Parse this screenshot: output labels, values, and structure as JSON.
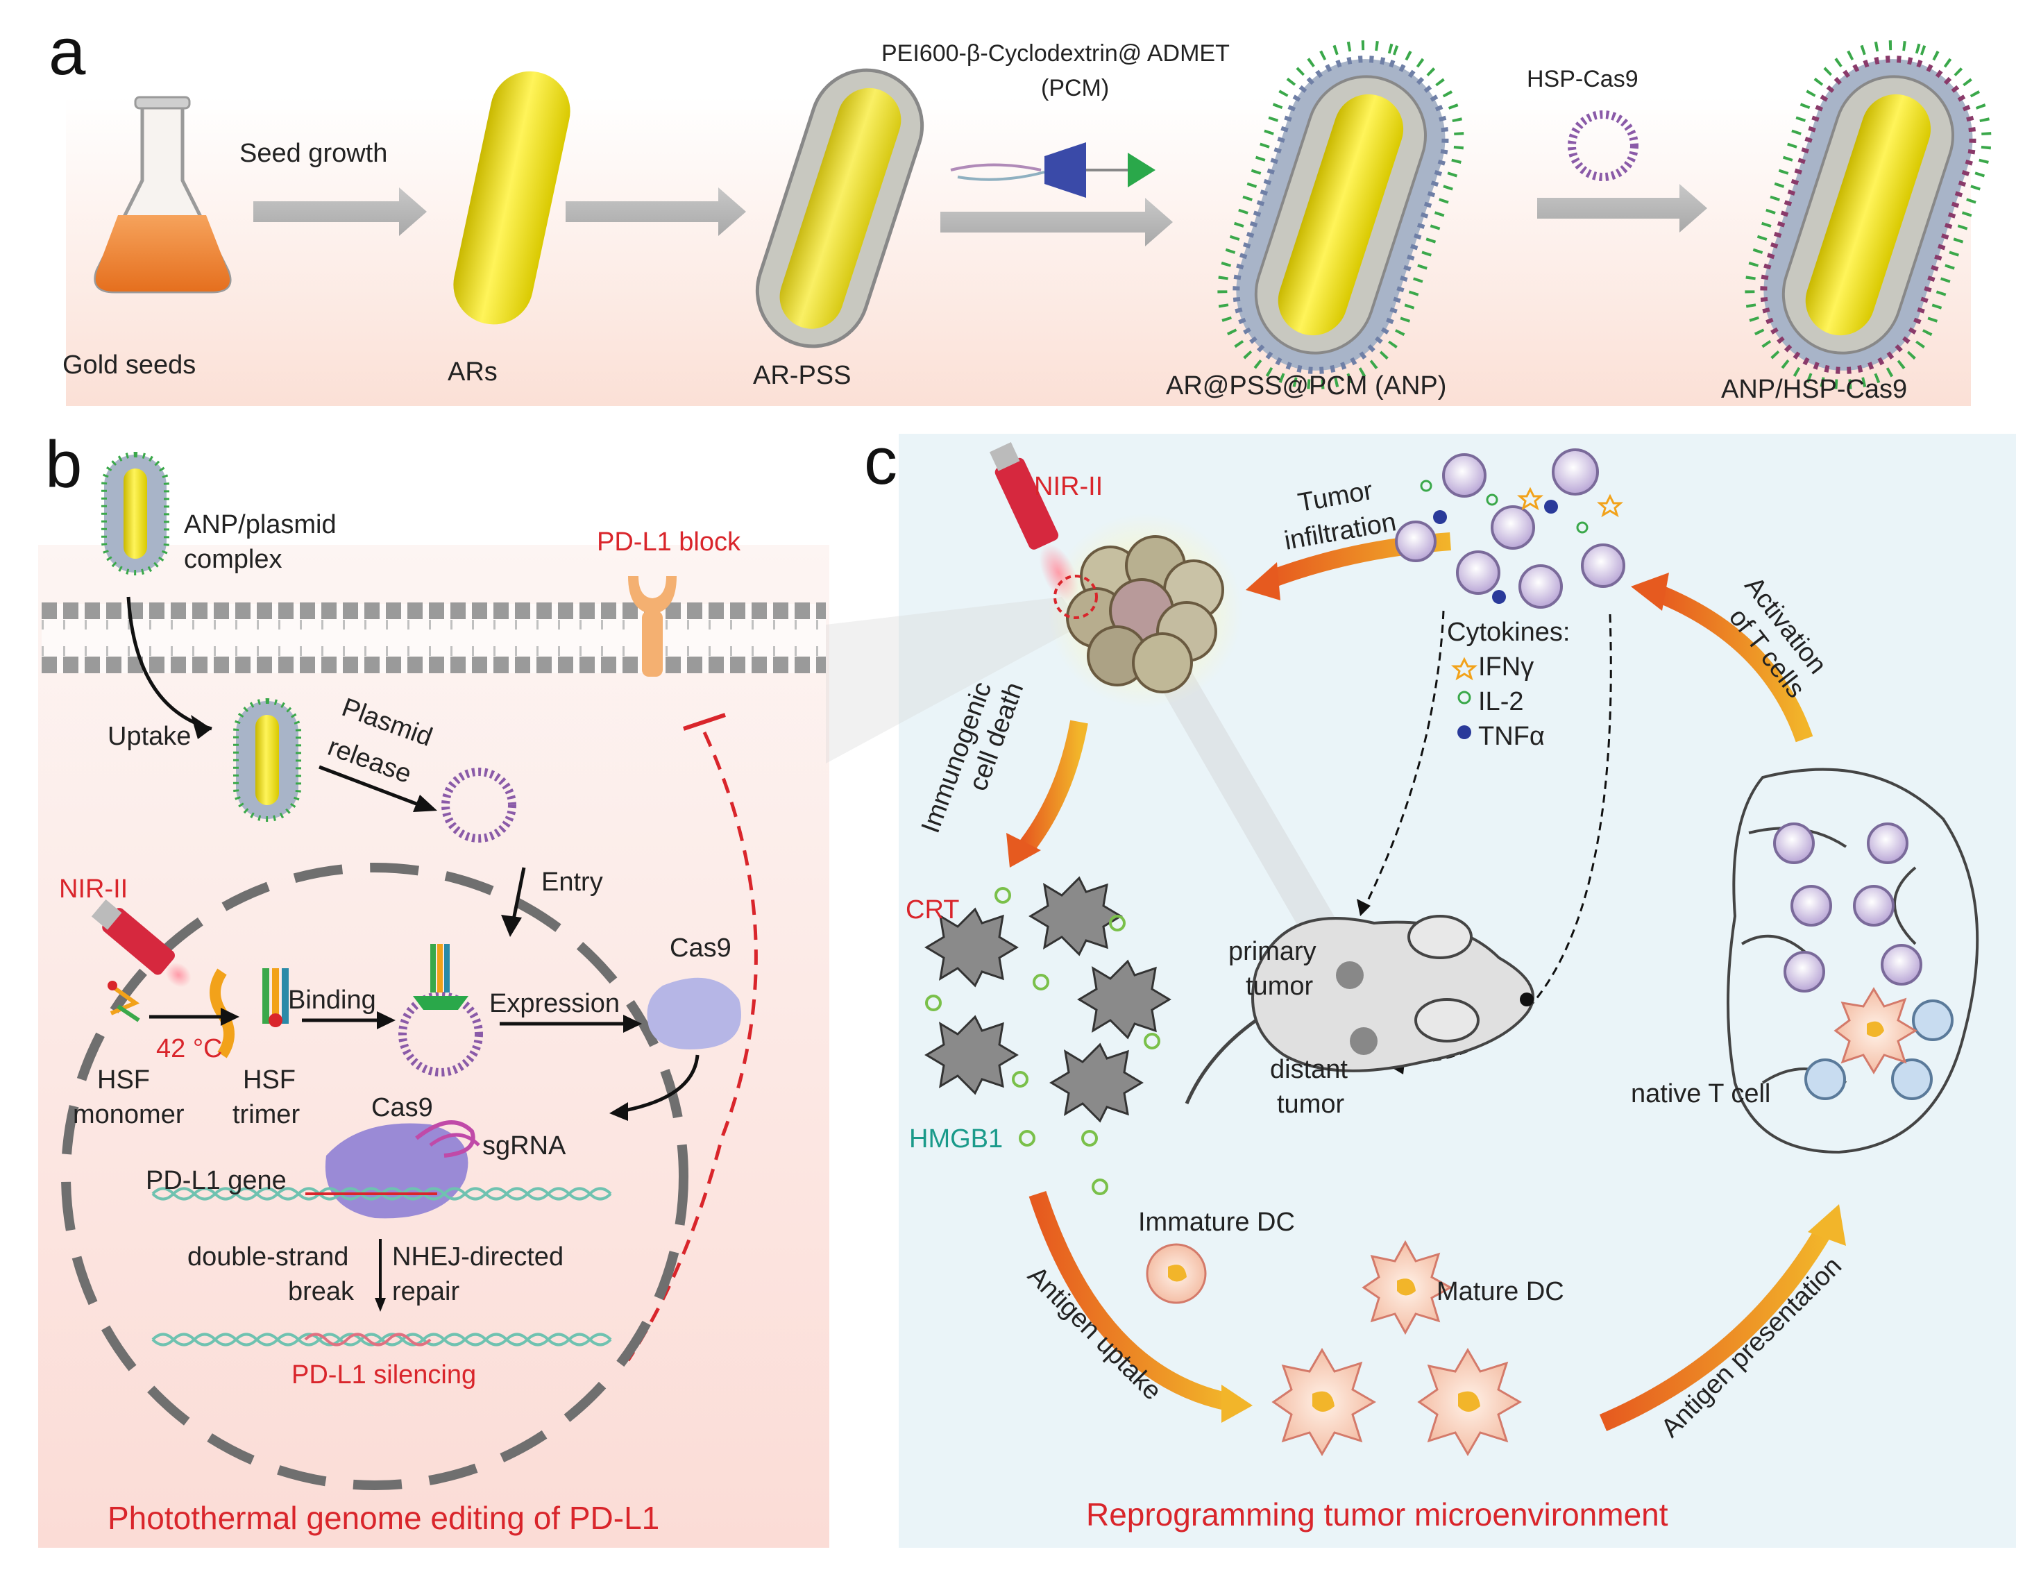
{
  "panel_a": {
    "letter": "a",
    "labels": {
      "seed_growth": "Seed growth",
      "gold_seeds": "Gold seeds",
      "ars": "ARs",
      "ar_pss": "AR-PSS",
      "pcm_line1": "PEI600-β-Cyclodextrin@ ADMET",
      "pcm_line2": "(PCM)",
      "anp": "AR@PSS@PCM (ANP)",
      "hsp_cas9": "HSP-Cas9",
      "anp_hsp": "ANP/HSP-Cas9"
    }
  },
  "panel_b": {
    "letter": "b",
    "labels": {
      "complex_line1": "ANP/plasmid",
      "complex_line2": "complex",
      "pdl1_block": "PD-L1 block",
      "uptake": "Uptake",
      "plasmid_release_1": "Plasmid",
      "plasmid_release_2": "release",
      "entry": "Entry",
      "nir": "NIR-II",
      "temp": "42 °C",
      "binding": "Binding",
      "expression": "Expression",
      "cas9_protein": "Cas9",
      "hsf_monomer_1": "HSF",
      "hsf_monomer_2": "monomer",
      "hsf_trimer_1": "HSF",
      "hsf_trimer_2": "trimer",
      "cas9": "Cas9",
      "sgrna": "sgRNA",
      "pdl1_gene": "PD-L1 gene",
      "dsb_1": "double-strand",
      "dsb_2": "break",
      "nhej_1": "NHEJ-directed",
      "nhej_2": "repair",
      "silencing": "PD-L1 silencing"
    },
    "caption": "Photothermal genome editing of PD-L1"
  },
  "panel_c": {
    "letter": "c",
    "labels": {
      "nir": "NIR-II",
      "tumor_infiltration_1": "Tumor",
      "tumor_infiltration_2": "infiltration",
      "activation_1": "Activation",
      "activation_2": "of T cells",
      "cytokines": "Cytokines:",
      "ifn": "IFNγ",
      "il2": "IL-2",
      "tnf": "TNFα",
      "icd_1": "Immunogenic",
      "icd_2": "cell death",
      "crt": "CRT",
      "hmgb1": "HMGB1",
      "primary_1": "primary",
      "primary_2": "tumor",
      "distant_1": "distant",
      "distant_2": "tumor",
      "native_t": "native T cell",
      "immature_dc": "Immature DC",
      "mature_dc": "Mature DC",
      "antigen_uptake": "Antigen uptake",
      "antigen_presentation": "Antigen presentation"
    },
    "caption": "Reprogramming tumor microenvironment"
  },
  "colors": {
    "accent_red": "#d9252b",
    "teal": "#1a9a8a",
    "gold": "#f2e600",
    "panel_c_bg": "#eaf4f8"
  }
}
